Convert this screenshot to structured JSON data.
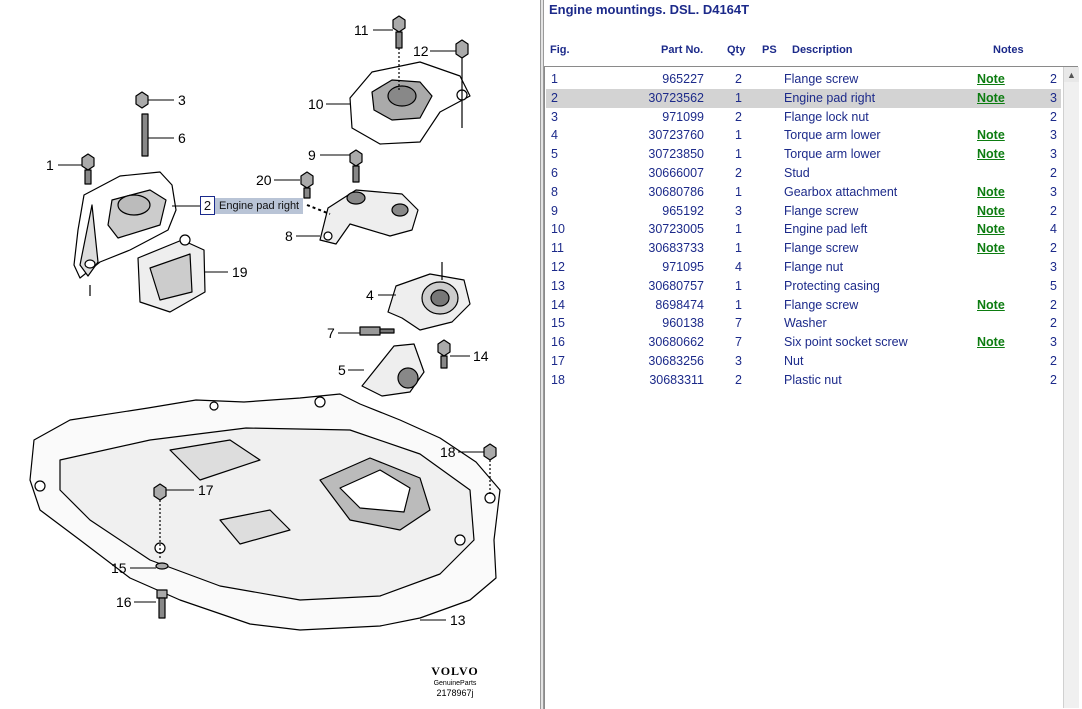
{
  "pane_title": "Engine mountings. DSL. D4164T",
  "columns": {
    "fig": "Fig.",
    "part_no": "Part No.",
    "qty": "Qty",
    "ps": "PS",
    "description": "Description",
    "notes": "Notes"
  },
  "rows": [
    {
      "fig": "1",
      "part_no": "965227",
      "qty": "2",
      "description": "Flange screw",
      "note": "Note",
      "notes": "2"
    },
    {
      "fig": "2",
      "part_no": "30723562",
      "qty": "1",
      "description": "Engine pad right",
      "note": "Note",
      "notes": "3",
      "selected": true
    },
    {
      "fig": "3",
      "part_no": "971099",
      "qty": "2",
      "description": "Flange lock nut",
      "note": "",
      "notes": "2"
    },
    {
      "fig": "4",
      "part_no": "30723760",
      "qty": "1",
      "description": "Torque arm lower",
      "note": "Note",
      "notes": "3"
    },
    {
      "fig": "5",
      "part_no": "30723850",
      "qty": "1",
      "description": "Torque arm lower",
      "note": "Note",
      "notes": "3"
    },
    {
      "fig": "6",
      "part_no": "30666007",
      "qty": "2",
      "description": "Stud",
      "note": "",
      "notes": "2"
    },
    {
      "fig": "8",
      "part_no": "30680786",
      "qty": "1",
      "description": "Gearbox attachment",
      "note": "Note",
      "notes": "3"
    },
    {
      "fig": "9",
      "part_no": "965192",
      "qty": "3",
      "description": "Flange screw",
      "note": "Note",
      "notes": "2"
    },
    {
      "fig": "10",
      "part_no": "30723005",
      "qty": "1",
      "description": "Engine pad left",
      "note": "Note",
      "notes": "4"
    },
    {
      "fig": "11",
      "part_no": "30683733",
      "qty": "1",
      "description": "Flange screw",
      "note": "Note",
      "notes": "2"
    },
    {
      "fig": "12",
      "part_no": "971095",
      "qty": "4",
      "description": "Flange nut",
      "note": "",
      "notes": "3"
    },
    {
      "fig": "13",
      "part_no": "30680757",
      "qty": "1",
      "description": "Protecting casing",
      "note": "",
      "notes": "5"
    },
    {
      "fig": "14",
      "part_no": "8698474",
      "qty": "1",
      "description": "Flange screw",
      "note": "Note",
      "notes": "2"
    },
    {
      "fig": "15",
      "part_no": "960138",
      "qty": "7",
      "description": "Washer",
      "note": "",
      "notes": "2"
    },
    {
      "fig": "16",
      "part_no": "30680662",
      "qty": "7",
      "description": "Six point socket screw",
      "note": "Note",
      "notes": "3"
    },
    {
      "fig": "17",
      "part_no": "30683256",
      "qty": "3",
      "description": "Nut",
      "note": "",
      "notes": "2"
    },
    {
      "fig": "18",
      "part_no": "30683311",
      "qty": "2",
      "description": "Plastic nut",
      "note": "",
      "notes": "2"
    }
  ],
  "diagram": {
    "hover_num": "2",
    "hover_label": "Engine pad right",
    "callouts": [
      "1",
      "3",
      "4",
      "5",
      "6",
      "7",
      "8",
      "9",
      "10",
      "11",
      "12",
      "13",
      "14",
      "15",
      "16",
      "17",
      "18",
      "19",
      "20"
    ],
    "logo_brand": "VOLVO",
    "logo_sub": "GenuineParts",
    "drawing_no": "2178967j"
  },
  "colors": {
    "title_blue": "#1c2a8a",
    "note_green": "#0c7c10",
    "selected_row": "#d3d3d3"
  }
}
